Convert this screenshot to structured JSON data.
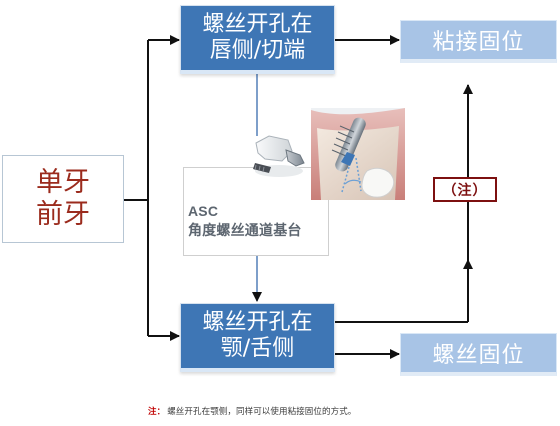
{
  "left_box": {
    "line1": "单牙",
    "line2": "前牙"
  },
  "top_box": {
    "line1": "螺丝开孔在",
    "line2": "唇侧/切端"
  },
  "bottom_box": {
    "line1": "螺丝开孔在",
    "line2": "颚/舌侧"
  },
  "top_result": "粘接固位",
  "bottom_result": "螺丝固位",
  "asc_box": {
    "line1": "ASC",
    "line2": "角度螺丝通道基台"
  },
  "zhu_label": "（注）",
  "footnote": {
    "label": "注：",
    "text": "螺丝开孔在颚侧，同样可以使用粘接固位的方式。"
  },
  "colors": {
    "blue_box": "#3e76b5",
    "result_box": "#a8c4e6",
    "left_text": "#9b2b1d",
    "zhu_border": "#7d1010",
    "footnote_label": "#c00000",
    "connector": "#111111"
  },
  "icons": [
    "abutment-parts-image",
    "implant-cross-section-image"
  ]
}
